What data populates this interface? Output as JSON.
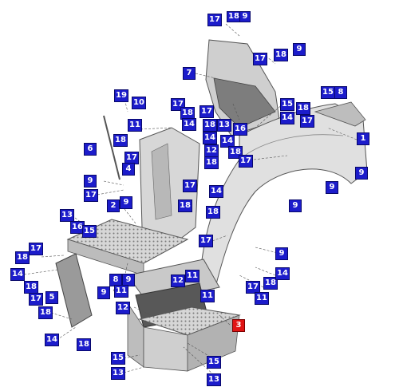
{
  "diagram": {
    "highlight_color": "#e01414",
    "callout_color": "#1c1ccb",
    "callouts": [
      {
        "label": "17"
      },
      {
        "label": "18"
      },
      {
        "label": "9"
      },
      {
        "label": "17"
      },
      {
        "label": "18"
      },
      {
        "label": "9"
      },
      {
        "label": "7"
      },
      {
        "label": "15"
      },
      {
        "label": "8"
      },
      {
        "label": "19"
      },
      {
        "label": "10"
      },
      {
        "label": "17"
      },
      {
        "label": "18"
      },
      {
        "label": "17"
      },
      {
        "label": "14"
      },
      {
        "label": "15"
      },
      {
        "label": "18"
      },
      {
        "label": "14"
      },
      {
        "label": "17"
      },
      {
        "label": "11"
      },
      {
        "label": "14"
      },
      {
        "label": "18"
      },
      {
        "label": "13"
      },
      {
        "label": "16"
      },
      {
        "label": "1"
      },
      {
        "label": "18"
      },
      {
        "label": "6"
      },
      {
        "label": "14"
      },
      {
        "label": "12"
      },
      {
        "label": "17"
      },
      {
        "label": "18"
      },
      {
        "label": "4"
      },
      {
        "label": "18"
      },
      {
        "label": "17"
      },
      {
        "label": "9"
      },
      {
        "label": "9"
      },
      {
        "label": "9"
      },
      {
        "label": "17"
      },
      {
        "label": "17"
      },
      {
        "label": "14"
      },
      {
        "label": "2"
      },
      {
        "label": "9"
      },
      {
        "label": "18"
      },
      {
        "label": "18"
      },
      {
        "label": "9"
      },
      {
        "label": "13"
      },
      {
        "label": "16"
      },
      {
        "label": "15"
      },
      {
        "label": "17"
      },
      {
        "label": "17"
      },
      {
        "label": "9"
      },
      {
        "label": "18"
      },
      {
        "label": "14"
      },
      {
        "label": "18"
      },
      {
        "label": "17"
      },
      {
        "label": "5"
      },
      {
        "label": "8"
      },
      {
        "label": "9"
      },
      {
        "label": "12"
      },
      {
        "label": "11"
      },
      {
        "label": "9"
      },
      {
        "label": "11"
      },
      {
        "label": "17"
      },
      {
        "label": "18"
      },
      {
        "label": "14"
      },
      {
        "label": "11"
      },
      {
        "label": "11"
      },
      {
        "label": "12"
      },
      {
        "label": "18"
      },
      {
        "label": "14"
      },
      {
        "label": "18"
      },
      {
        "label": "3"
      },
      {
        "label": "15"
      },
      {
        "label": "15"
      },
      {
        "label": "13"
      },
      {
        "label": "13"
      }
    ]
  }
}
